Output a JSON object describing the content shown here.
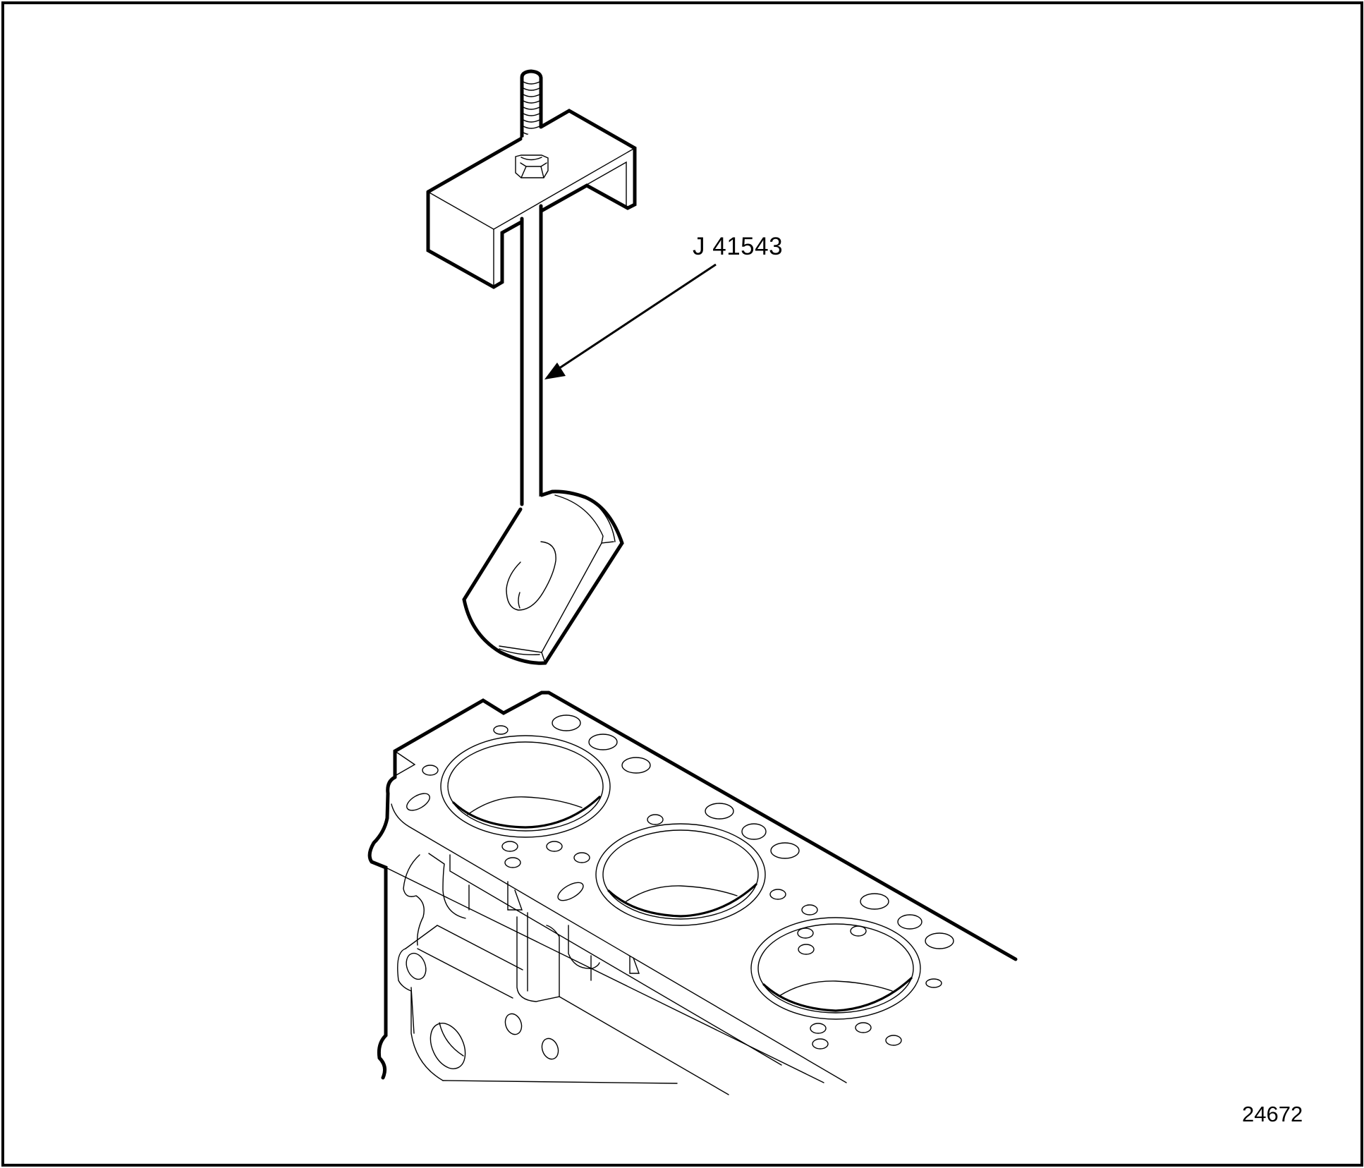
{
  "figure": {
    "callouts": [
      {
        "label": "J 41543",
        "target": "tool-rod"
      }
    ],
    "figure_number": "24672"
  },
  "parts": {
    "tool": "J 41543 liner/holding tool (bracket, threaded bolt with nut, rod, shoe)",
    "component": "cylinder block with three cylinder bores"
  },
  "colors": {
    "line": "#000000",
    "background": "#ffffff"
  }
}
